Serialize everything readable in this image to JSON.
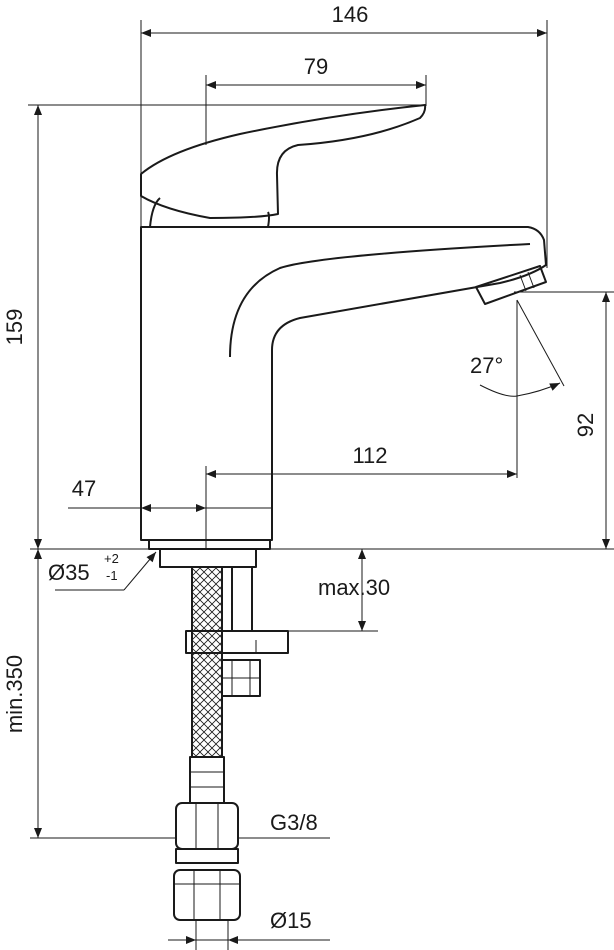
{
  "dimensions": {
    "total_width": "146",
    "lever_length": "79",
    "total_height": "159",
    "spout_clearance": "92",
    "spout_reach": "112",
    "base_offset": "47",
    "spout_angle": "27°",
    "base_diameter": "Ø35",
    "base_tol_plus": "+2",
    "base_tol_minus": "-1",
    "max_thickness": "max.30",
    "min_hose_length": "min.350",
    "connection_thread": "G3/8",
    "connection_diameter": "Ø15"
  },
  "colors": {
    "line": "#1a1a1a",
    "background": "#ffffff"
  }
}
